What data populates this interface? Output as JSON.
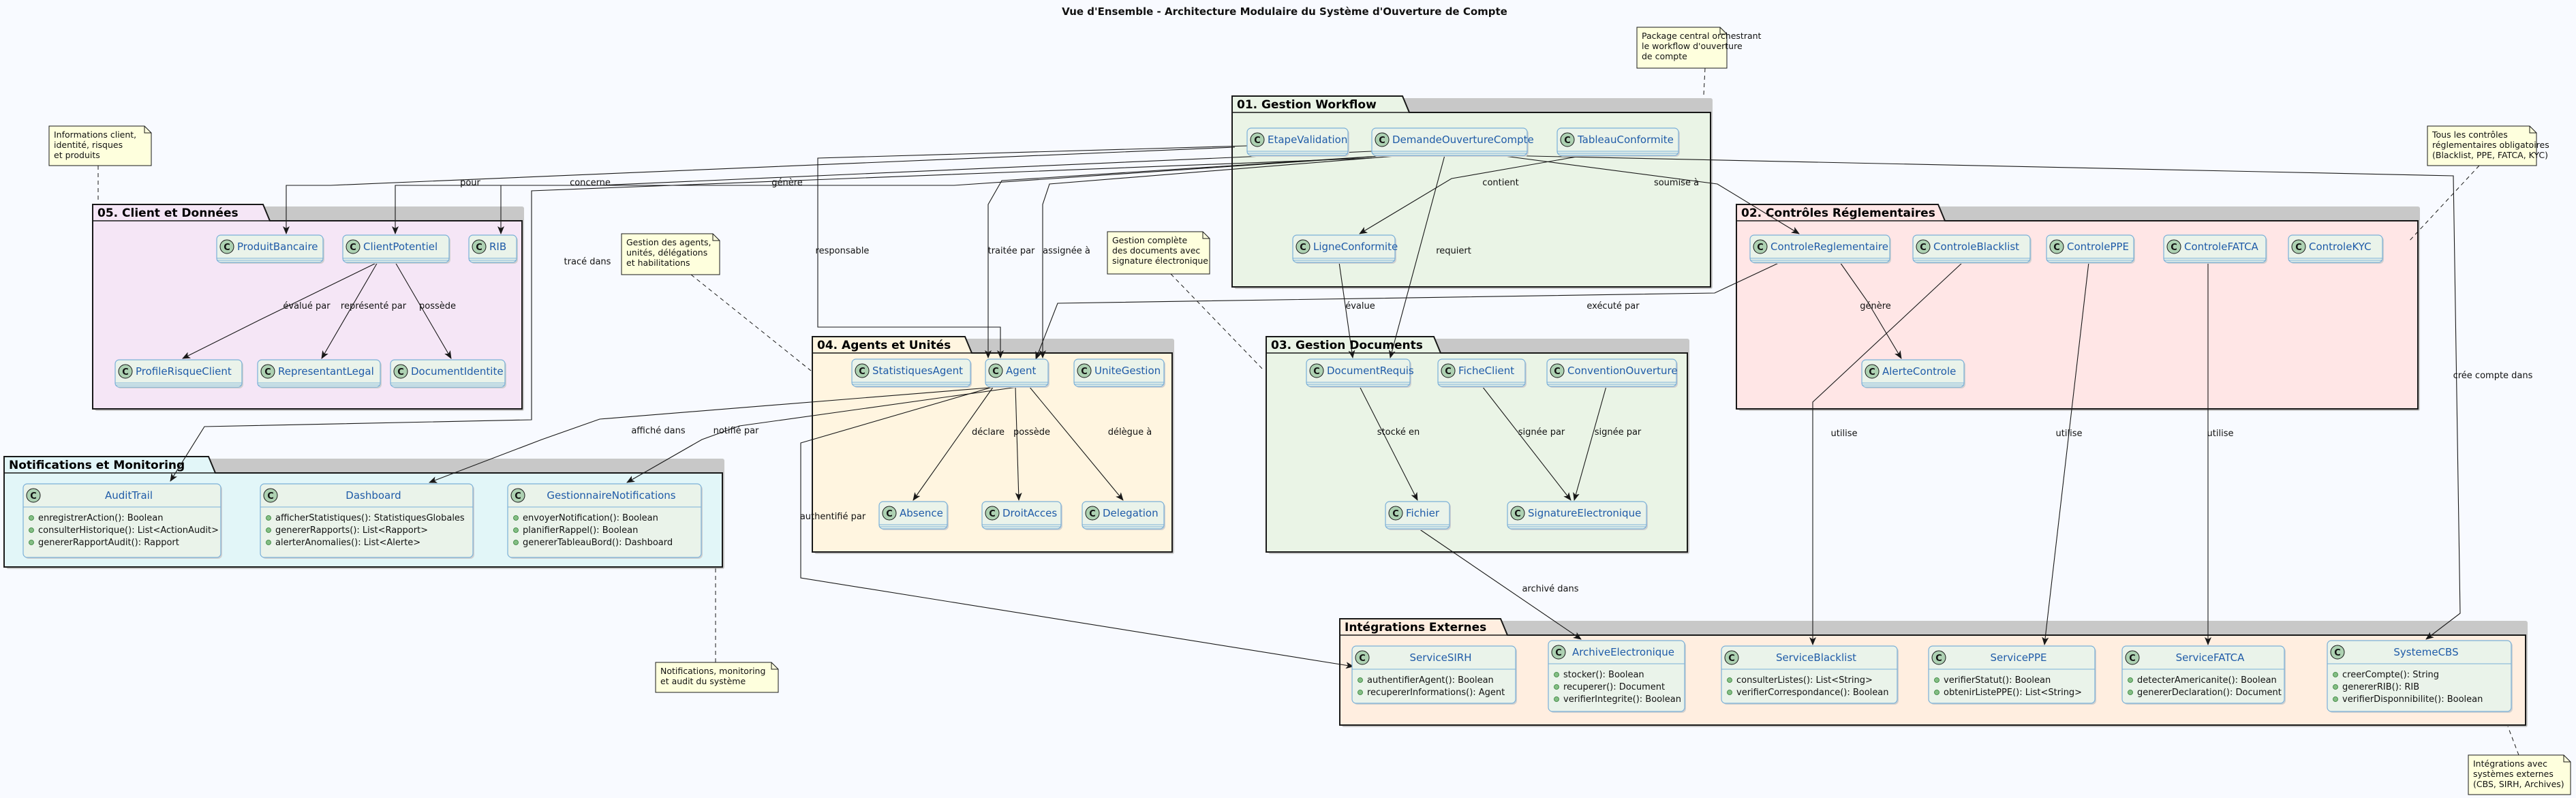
{
  "title": "Vue d'Ensemble - Architecture Modulaire du Système d'Ouverture de Compte",
  "colors": {
    "workflow": "#EAF4E6",
    "client": "#F5E6F6",
    "controles": "#FFE6E6",
    "agents": "#FFF5E0",
    "documents": "#EAF4E6",
    "notifications": "#E2F6F8",
    "integrations": "#FFEEE0",
    "class_fill": "#EAF3EA",
    "class_name": "#1F5BA8",
    "circle": "#ADD1B2"
  },
  "packages": [
    {
      "id": "workflow",
      "title": "01. Gestion Workflow"
    },
    {
      "id": "controles",
      "title": "02. Contrôles Réglementaires"
    },
    {
      "id": "documents",
      "title": "03. Gestion Documents"
    },
    {
      "id": "agents",
      "title": "04. Agents et Unités"
    },
    {
      "id": "client",
      "title": "05. Client et Données"
    },
    {
      "id": "notifications",
      "title": "Notifications et Monitoring"
    },
    {
      "id": "integrations",
      "title": "Intégrations Externes"
    }
  ],
  "classes": [
    {
      "id": "EtapeValidation",
      "name": "EtapeValidation",
      "methods": []
    },
    {
      "id": "DemandeOuvertureCompte",
      "name": "DemandeOuvertureCompte",
      "methods": []
    },
    {
      "id": "TableauConformite",
      "name": "TableauConformite",
      "methods": []
    },
    {
      "id": "LigneConformite",
      "name": "LigneConformite",
      "methods": []
    },
    {
      "id": "ControleReglementaire",
      "name": "ControleReglementaire",
      "methods": []
    },
    {
      "id": "ControleBlacklist",
      "name": "ControleBlacklist",
      "methods": []
    },
    {
      "id": "ControlePPE",
      "name": "ControlePPE",
      "methods": []
    },
    {
      "id": "ControleFATCA",
      "name": "ControleFATCA",
      "methods": []
    },
    {
      "id": "ControleKYC",
      "name": "ControleKYC",
      "methods": []
    },
    {
      "id": "AlerteControle",
      "name": "AlerteControle",
      "methods": []
    },
    {
      "id": "DocumentRequis",
      "name": "DocumentRequis",
      "methods": []
    },
    {
      "id": "FicheClient",
      "name": "FicheClient",
      "methods": []
    },
    {
      "id": "ConventionOuverture",
      "name": "ConventionOuverture",
      "methods": []
    },
    {
      "id": "Fichier",
      "name": "Fichier",
      "methods": []
    },
    {
      "id": "SignatureElectronique",
      "name": "SignatureElectronique",
      "methods": []
    },
    {
      "id": "StatistiquesAgent",
      "name": "StatistiquesAgent",
      "methods": []
    },
    {
      "id": "Agent",
      "name": "Agent",
      "methods": []
    },
    {
      "id": "UniteGestion",
      "name": "UniteGestion",
      "methods": []
    },
    {
      "id": "Absence",
      "name": "Absence",
      "methods": []
    },
    {
      "id": "DroitAcces",
      "name": "DroitAcces",
      "methods": []
    },
    {
      "id": "Delegation",
      "name": "Delegation",
      "methods": []
    },
    {
      "id": "ProduitBancaire",
      "name": "ProduitBancaire",
      "methods": []
    },
    {
      "id": "ClientPotentiel",
      "name": "ClientPotentiel",
      "methods": []
    },
    {
      "id": "RIB",
      "name": "RIB",
      "methods": []
    },
    {
      "id": "ProfileRisqueClient",
      "name": "ProfileRisqueClient",
      "methods": []
    },
    {
      "id": "RepresentantLegal",
      "name": "RepresentantLegal",
      "methods": []
    },
    {
      "id": "DocumentIdentite",
      "name": "DocumentIdentite",
      "methods": []
    },
    {
      "id": "AuditTrail",
      "name": "AuditTrail",
      "methods": [
        "enregistrerAction(): Boolean",
        "consulterHistorique(): List<ActionAudit>",
        "genererRapportAudit(): Rapport"
      ]
    },
    {
      "id": "Dashboard",
      "name": "Dashboard",
      "methods": [
        "afficherStatistiques(): StatistiquesGlobales",
        "genererRapports(): List<Rapport>",
        "alerterAnomalies(): List<Alerte>"
      ]
    },
    {
      "id": "GestionnaireNotifications",
      "name": "GestionnaireNotifications",
      "methods": [
        "envoyerNotification(): Boolean",
        "planifierRappel(): Boolean",
        "genererTableauBord(): Dashboard"
      ]
    },
    {
      "id": "ServiceSIRH",
      "name": "ServiceSIRH",
      "methods": [
        "authentifierAgent(): Boolean",
        "recupererInformations(): Agent"
      ]
    },
    {
      "id": "ArchiveElectronique",
      "name": "ArchiveElectronique",
      "methods": [
        "stocker(): Boolean",
        "recuperer(): Document",
        "verifierIntegrite(): Boolean"
      ]
    },
    {
      "id": "ServiceBlacklist",
      "name": "ServiceBlacklist",
      "methods": [
        "consulterListes(): List<String>",
        "verifierCorrespondance(): Boolean"
      ]
    },
    {
      "id": "ServicePPE",
      "name": "ServicePPE",
      "methods": [
        "verifierStatut(): Boolean",
        "obtenirListePPE(): List<String>"
      ]
    },
    {
      "id": "ServiceFATCA",
      "name": "ServiceFATCA",
      "methods": [
        "detecterAmericanite(): Boolean",
        "genererDeclaration(): Document"
      ]
    },
    {
      "id": "SystemeCBS",
      "name": "SystemeCBS",
      "methods": [
        "creerCompte(): String",
        "genererRIB(): RIB",
        "verifierDisponnibilite(): Boolean"
      ]
    }
  ],
  "edges": [
    {
      "id": "e_pour",
      "label": "pour"
    },
    {
      "id": "e_concerne",
      "label": "concerne"
    },
    {
      "id": "e_genere_rib",
      "label": "génère"
    },
    {
      "id": "e_responsable",
      "label": "responsable"
    },
    {
      "id": "e_traitee",
      "label": "traitée par"
    },
    {
      "id": "e_assignee",
      "label": "assignée à"
    },
    {
      "id": "e_requiert",
      "label": "requiert"
    },
    {
      "id": "e_contient",
      "label": "contient"
    },
    {
      "id": "e_soumise",
      "label": "soumise à"
    },
    {
      "id": "e_evalue",
      "label": "évalue"
    },
    {
      "id": "e_trace",
      "label": "tracé dans"
    },
    {
      "id": "e_cree",
      "label": "crée compte dans"
    },
    {
      "id": "e_execute",
      "label": "exécuté par"
    },
    {
      "id": "e_genere_alerte",
      "label": "génère"
    },
    {
      "id": "e_utilise_bl",
      "label": "utilise"
    },
    {
      "id": "e_utilise_ppe",
      "label": "utilise"
    },
    {
      "id": "e_utilise_fatca",
      "label": "utilise"
    },
    {
      "id": "e_evalue_par",
      "label": "évalué par"
    },
    {
      "id": "e_represente",
      "label": "représenté par"
    },
    {
      "id": "e_possede_doc",
      "label": "possède"
    },
    {
      "id": "e_stocke",
      "label": "stocké en"
    },
    {
      "id": "e_signee1",
      "label": "signée par"
    },
    {
      "id": "e_signee2",
      "label": "signée par"
    },
    {
      "id": "e_archive",
      "label": "archivé dans"
    },
    {
      "id": "e_affiche",
      "label": "affiché dans"
    },
    {
      "id": "e_notifie",
      "label": "notifié par"
    },
    {
      "id": "e_declare",
      "label": "déclare"
    },
    {
      "id": "e_possede",
      "label": "possède"
    },
    {
      "id": "e_delegue",
      "label": "délègue à"
    },
    {
      "id": "e_authentifie",
      "label": "authentifié par"
    }
  ],
  "notes": [
    {
      "id": "n_workflow",
      "lines": [
        "Package central orchestrant",
        "le workflow d'ouverture",
        "de compte"
      ]
    },
    {
      "id": "n_client",
      "lines": [
        "Informations client,",
        "identité, risques",
        "et produits"
      ]
    },
    {
      "id": "n_controles",
      "lines": [
        "Tous les contrôles",
        "réglementaires obligatoires",
        "(Blacklist, PPE, FATCA, KYC)"
      ]
    },
    {
      "id": "n_agents",
      "lines": [
        "Gestion des agents,",
        "unités, délégations",
        "et habilitations"
      ]
    },
    {
      "id": "n_documents",
      "lines": [
        "Gestion complète",
        "des documents avec",
        "signature électronique"
      ]
    },
    {
      "id": "n_notif",
      "lines": [
        "Notifications, monitoring",
        "et audit du système"
      ]
    },
    {
      "id": "n_integ",
      "lines": [
        "Intégrations avec",
        "systèmes externes",
        "(CBS, SIRH, Archives)"
      ]
    }
  ]
}
